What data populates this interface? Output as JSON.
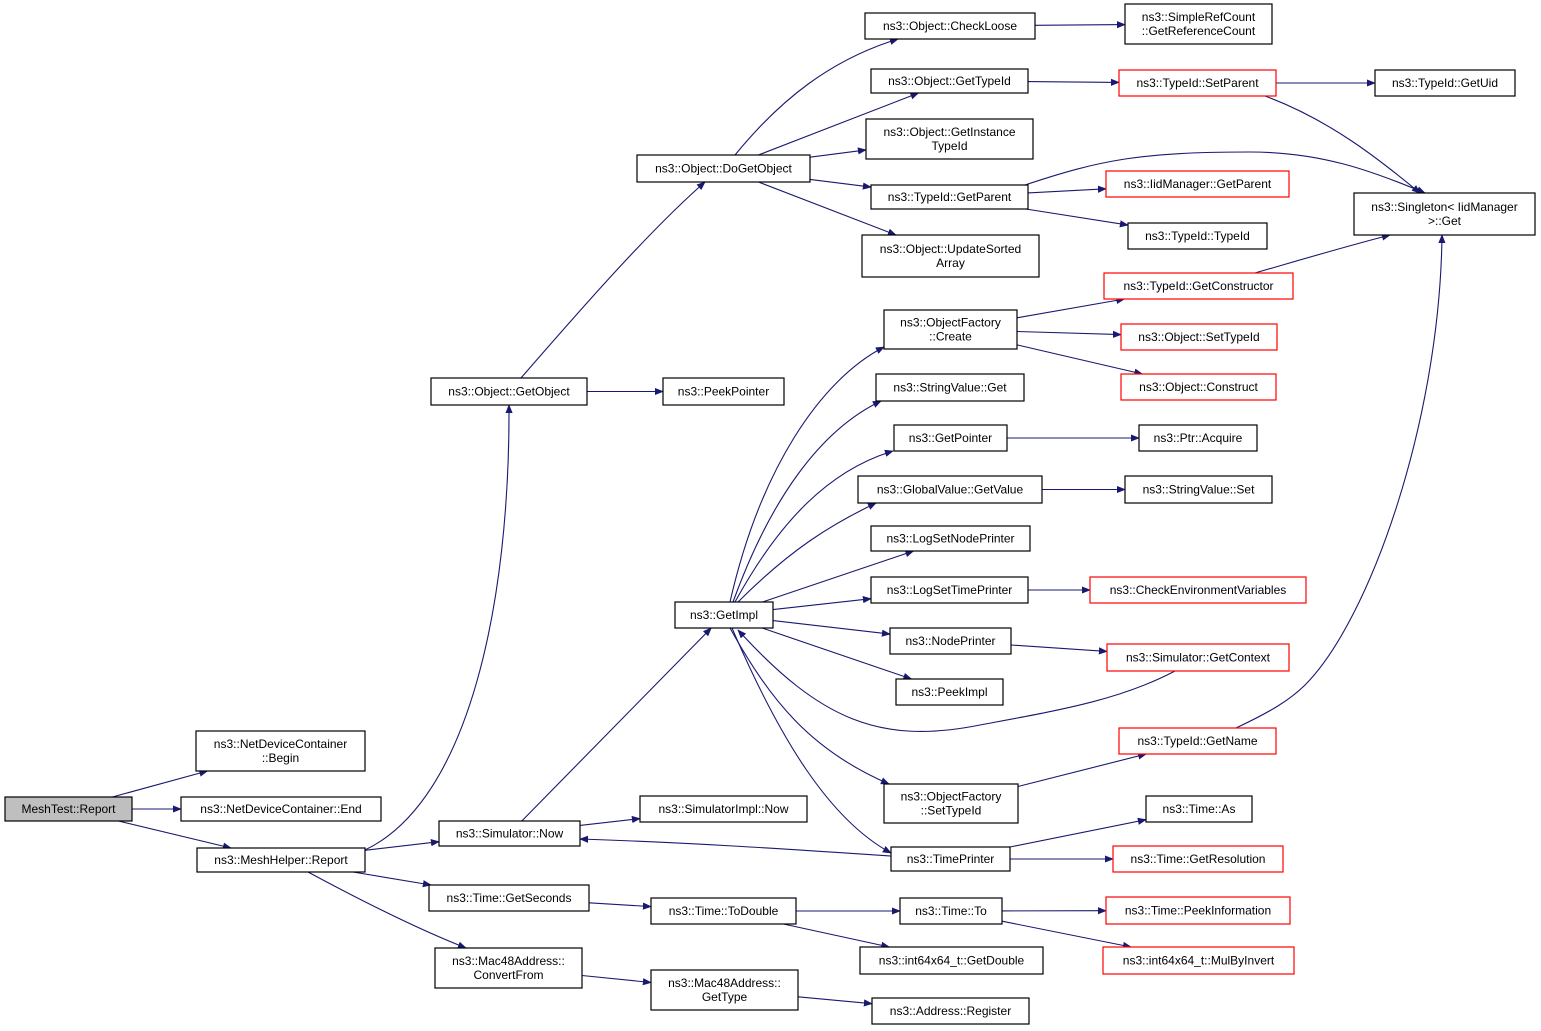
{
  "colors": {
    "edge": "#191970",
    "border_default": "#000000",
    "border_truncated": "#ff0000",
    "root_fill": "#bfbfbf",
    "node_fill": "#ffffff"
  },
  "nodes": {
    "meshtest_report": {
      "lines": [
        "MeshTest::Report"
      ],
      "style": "root"
    },
    "ndc_begin": {
      "lines": [
        "ns3::NetDeviceContainer",
        "::Begin"
      ],
      "style": "normal"
    },
    "ndc_end": {
      "lines": [
        "ns3::NetDeviceContainer::End"
      ],
      "style": "normal"
    },
    "meshhelper_report": {
      "lines": [
        "ns3::MeshHelper::Report"
      ],
      "style": "normal"
    },
    "object_getobject": {
      "lines": [
        "ns3::Object::GetObject"
      ],
      "style": "normal"
    },
    "peekpointer": {
      "lines": [
        "ns3::PeekPointer"
      ],
      "style": "normal"
    },
    "object_dogetobject": {
      "lines": [
        "ns3::Object::DoGetObject"
      ],
      "style": "normal"
    },
    "object_checkloose": {
      "lines": [
        "ns3::Object::CheckLoose"
      ],
      "style": "normal"
    },
    "simplerefcount_getrefcount": {
      "lines": [
        "ns3::SimpleRefCount",
        "::GetReferenceCount"
      ],
      "style": "normal"
    },
    "object_gettypeid": {
      "lines": [
        "ns3::Object::GetTypeId"
      ],
      "style": "normal"
    },
    "typeid_setparent": {
      "lines": [
        "ns3::TypeId::SetParent"
      ],
      "style": "truncated"
    },
    "typeid_getuid": {
      "lines": [
        "ns3::TypeId::GetUid"
      ],
      "style": "normal"
    },
    "object_getinstancetypeid": {
      "lines": [
        "ns3::Object::GetInstance",
        "TypeId"
      ],
      "style": "normal"
    },
    "typeid_getparent": {
      "lines": [
        "ns3::TypeId::GetParent"
      ],
      "style": "normal"
    },
    "iidmanager_getparent": {
      "lines": [
        "ns3::IidManager::GetParent"
      ],
      "style": "truncated"
    },
    "typeid_typeid": {
      "lines": [
        "ns3::TypeId::TypeId"
      ],
      "style": "normal"
    },
    "singleton_get": {
      "lines": [
        "ns3::Singleton< IidManager",
        ">::Get"
      ],
      "style": "normal"
    },
    "object_updatesortedarray": {
      "lines": [
        "ns3::Object::UpdateSorted",
        "Array"
      ],
      "style": "normal"
    },
    "objectfactory_create": {
      "lines": [
        "ns3::ObjectFactory",
        "::Create"
      ],
      "style": "normal"
    },
    "typeid_getconstructor": {
      "lines": [
        "ns3::TypeId::GetConstructor"
      ],
      "style": "truncated"
    },
    "object_settypeid": {
      "lines": [
        "ns3::Object::SetTypeId"
      ],
      "style": "truncated"
    },
    "object_construct": {
      "lines": [
        "ns3::Object::Construct"
      ],
      "style": "truncated"
    },
    "stringvalue_get": {
      "lines": [
        "ns3::StringValue::Get"
      ],
      "style": "normal"
    },
    "getpointer": {
      "lines": [
        "ns3::GetPointer"
      ],
      "style": "normal"
    },
    "ptr_acquire": {
      "lines": [
        "ns3::Ptr::Acquire"
      ],
      "style": "normal"
    },
    "globalvalue_getvalue": {
      "lines": [
        "ns3::GlobalValue::GetValue"
      ],
      "style": "normal"
    },
    "stringvalue_set": {
      "lines": [
        "ns3::StringValue::Set"
      ],
      "style": "normal"
    },
    "logsetnodeprinter": {
      "lines": [
        "ns3::LogSetNodePrinter"
      ],
      "style": "normal"
    },
    "logsettimeprinter": {
      "lines": [
        "ns3::LogSetTimePrinter"
      ],
      "style": "normal"
    },
    "checkenvvars": {
      "lines": [
        "ns3::CheckEnvironmentVariables"
      ],
      "style": "truncated"
    },
    "getimpl": {
      "lines": [
        "ns3::GetImpl"
      ],
      "style": "normal"
    },
    "nodeprinter": {
      "lines": [
        "ns3::NodePrinter"
      ],
      "style": "normal"
    },
    "simulator_getcontext": {
      "lines": [
        "ns3::Simulator::GetContext"
      ],
      "style": "truncated"
    },
    "peekimpl": {
      "lines": [
        "ns3::PeekImpl"
      ],
      "style": "normal"
    },
    "typeid_getname": {
      "lines": [
        "ns3::TypeId::GetName"
      ],
      "style": "truncated"
    },
    "objectfactory_settypeid": {
      "lines": [
        "ns3::ObjectFactory",
        "::SetTypeId"
      ],
      "style": "normal"
    },
    "simulator_now": {
      "lines": [
        "ns3::Simulator::Now"
      ],
      "style": "normal"
    },
    "simulatorimpl_now": {
      "lines": [
        "ns3::SimulatorImpl::Now"
      ],
      "style": "normal"
    },
    "time_as": {
      "lines": [
        "ns3::Time::As"
      ],
      "style": "normal"
    },
    "timeprinter": {
      "lines": [
        "ns3::TimePrinter"
      ],
      "style": "normal"
    },
    "time_getresolution": {
      "lines": [
        "ns3::Time::GetResolution"
      ],
      "style": "truncated"
    },
    "time_getseconds": {
      "lines": [
        "ns3::Time::GetSeconds"
      ],
      "style": "normal"
    },
    "time_todouble": {
      "lines": [
        "ns3::Time::ToDouble"
      ],
      "style": "normal"
    },
    "time_to": {
      "lines": [
        "ns3::Time::To"
      ],
      "style": "normal"
    },
    "time_peekinformation": {
      "lines": [
        "ns3::Time::PeekInformation"
      ],
      "style": "truncated"
    },
    "int64_getdouble": {
      "lines": [
        "ns3::int64x64_t::GetDouble"
      ],
      "style": "normal"
    },
    "int64_mulbyinvert": {
      "lines": [
        "ns3::int64x64_t::MulByInvert"
      ],
      "style": "truncated"
    },
    "mac48_convertfrom": {
      "lines": [
        "ns3::Mac48Address::",
        "ConvertFrom"
      ],
      "style": "normal"
    },
    "mac48_gettype": {
      "lines": [
        "ns3::Mac48Address::",
        "GetType"
      ],
      "style": "normal"
    },
    "address_register": {
      "lines": [
        "ns3::Address::Register"
      ],
      "style": "normal"
    }
  },
  "edges": [
    [
      "meshtest_report",
      "ndc_begin"
    ],
    [
      "meshtest_report",
      "ndc_end"
    ],
    [
      "meshtest_report",
      "meshhelper_report"
    ],
    [
      "meshhelper_report",
      "object_getobject"
    ],
    [
      "meshhelper_report",
      "simulator_now"
    ],
    [
      "meshhelper_report",
      "time_getseconds"
    ],
    [
      "meshhelper_report",
      "mac48_convertfrom"
    ],
    [
      "object_getobject",
      "object_dogetobject"
    ],
    [
      "object_getobject",
      "peekpointer"
    ],
    [
      "object_dogetobject",
      "object_checkloose"
    ],
    [
      "object_dogetobject",
      "object_gettypeid"
    ],
    [
      "object_dogetobject",
      "object_getinstancetypeid"
    ],
    [
      "object_dogetobject",
      "typeid_getparent"
    ],
    [
      "object_dogetobject",
      "object_updatesortedarray"
    ],
    [
      "object_checkloose",
      "simplerefcount_getrefcount"
    ],
    [
      "object_gettypeid",
      "typeid_setparent"
    ],
    [
      "typeid_setparent",
      "typeid_getuid"
    ],
    [
      "typeid_setparent",
      "singleton_get"
    ],
    [
      "typeid_getparent",
      "singleton_get"
    ],
    [
      "typeid_getparent",
      "iidmanager_getparent"
    ],
    [
      "typeid_getparent",
      "typeid_typeid"
    ],
    [
      "simulator_now",
      "getimpl"
    ],
    [
      "simulator_now",
      "simulatorimpl_now"
    ],
    [
      "getimpl",
      "objectfactory_create"
    ],
    [
      "getimpl",
      "stringvalue_get"
    ],
    [
      "getimpl",
      "getpointer"
    ],
    [
      "getimpl",
      "globalvalue_getvalue"
    ],
    [
      "getimpl",
      "logsetnodeprinter"
    ],
    [
      "getimpl",
      "logsettimeprinter"
    ],
    [
      "getimpl",
      "nodeprinter"
    ],
    [
      "getimpl",
      "peekimpl"
    ],
    [
      "getimpl",
      "objectfactory_settypeid"
    ],
    [
      "getimpl",
      "timeprinter"
    ],
    [
      "objectfactory_create",
      "typeid_getconstructor"
    ],
    [
      "objectfactory_create",
      "object_settypeid"
    ],
    [
      "objectfactory_create",
      "object_construct"
    ],
    [
      "typeid_getconstructor",
      "singleton_get"
    ],
    [
      "getpointer",
      "ptr_acquire"
    ],
    [
      "globalvalue_getvalue",
      "stringvalue_set"
    ],
    [
      "logsettimeprinter",
      "checkenvvars"
    ],
    [
      "nodeprinter",
      "simulator_getcontext"
    ],
    [
      "simulator_getcontext",
      "getimpl"
    ],
    [
      "objectfactory_settypeid",
      "typeid_getname"
    ],
    [
      "typeid_getname",
      "singleton_get"
    ],
    [
      "timeprinter",
      "simulator_now"
    ],
    [
      "timeprinter",
      "time_as"
    ],
    [
      "timeprinter",
      "time_getresolution"
    ],
    [
      "time_getseconds",
      "time_todouble"
    ],
    [
      "time_todouble",
      "time_to"
    ],
    [
      "time_todouble",
      "int64_getdouble"
    ],
    [
      "time_to",
      "time_peekinformation"
    ],
    [
      "time_to",
      "int64_mulbyinvert"
    ],
    [
      "mac48_convertfrom",
      "mac48_gettype"
    ],
    [
      "mac48_gettype",
      "address_register"
    ]
  ]
}
